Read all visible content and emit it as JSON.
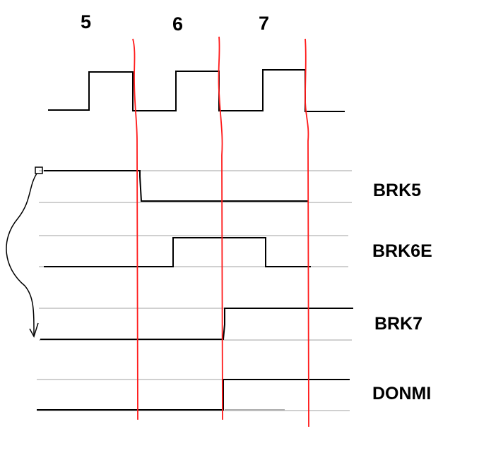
{
  "cycles": [
    {
      "label": "5"
    },
    {
      "label": "6"
    },
    {
      "label": "7"
    }
  ],
  "signals": [
    {
      "name": "BRK5"
    },
    {
      "name": "BRK6E"
    },
    {
      "name": "BRK7"
    },
    {
      "name": "DONMI"
    }
  ],
  "colors": {
    "waveform": "#000000",
    "guide": "#c0c0c0",
    "marker": "#ff1a1a"
  }
}
